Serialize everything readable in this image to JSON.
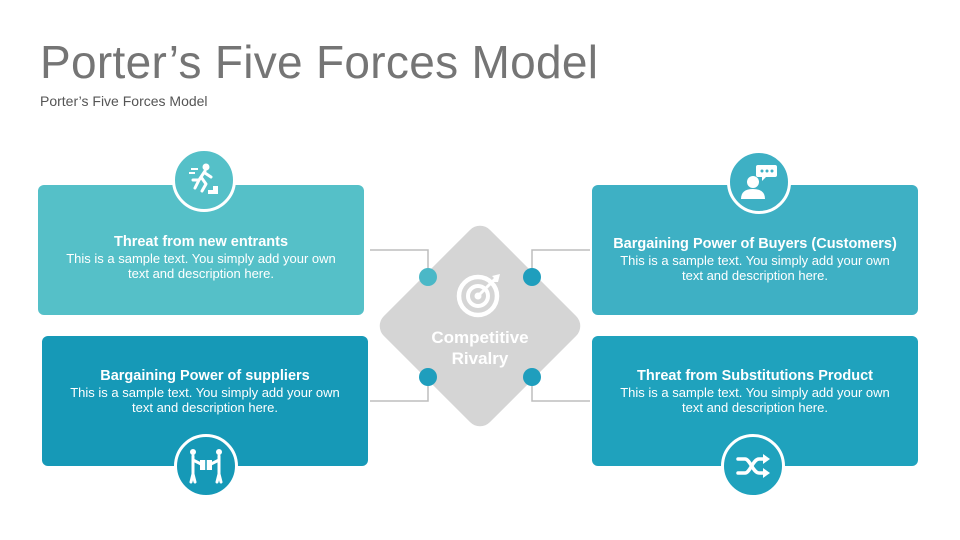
{
  "header": {
    "title": "Porter’s Five Forces Model",
    "subtitle": "Porter’s Five Forces Model"
  },
  "center": {
    "label": "Competitive Rivalry",
    "icon": "target-icon",
    "color": "#D5D5D5"
  },
  "forces": [
    {
      "heading": "Threat from new entrants",
      "description": "This is a sample text. You simply add your own text and description here.",
      "icon": "runner-stairs-icon",
      "color": "#55C0C8"
    },
    {
      "heading": "Bargaining Power of Buyers (Customers)",
      "description": "This is a sample text. You simply add your own text and description here.",
      "icon": "customer-chat-icon",
      "color": "#3EB0C4"
    },
    {
      "heading": "Bargaining Power of suppliers",
      "description": "This is a sample text. You simply add your own text and description here.",
      "icon": "supplier-exchange-icon",
      "color": "#1699B7"
    },
    {
      "heading": "Threat from Substitutions Product",
      "description": "This is a sample text. You simply add your own text and description here.",
      "icon": "shuffle-icon",
      "color": "#1FA2BD"
    }
  ],
  "colors": {
    "connector_line": "#BDBDBD",
    "connector_dot": "#1F9EBD"
  }
}
